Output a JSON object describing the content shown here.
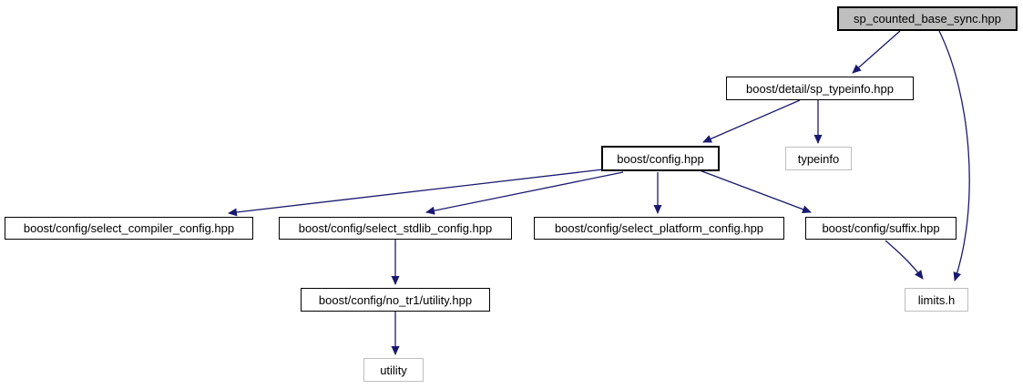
{
  "graph": {
    "type": "include-dependency-graph",
    "colors": {
      "edge": "#191970",
      "node_border": "#000000",
      "node_fill": "#ffffff",
      "current_node_fill": "#bfbfbf",
      "external_node_border": "#bebebe",
      "text": "#000000",
      "background": "#ffffff"
    },
    "nodes": {
      "sp_counted_base_sync": {
        "label": "sp_counted_base_sync.hpp",
        "kind": "current"
      },
      "sp_typeinfo": {
        "label": "boost/detail/sp_typeinfo.hpp",
        "kind": "internal"
      },
      "config": {
        "label": "boost/config.hpp",
        "kind": "internal"
      },
      "typeinfo": {
        "label": "typeinfo",
        "kind": "external"
      },
      "select_compiler": {
        "label": "boost/config/select_compiler_config.hpp",
        "kind": "internal"
      },
      "select_stdlib": {
        "label": "boost/config/select_stdlib_config.hpp",
        "kind": "internal"
      },
      "select_platform": {
        "label": "boost/config/select_platform_config.hpp",
        "kind": "internal"
      },
      "suffix": {
        "label": "boost/config/suffix.hpp",
        "kind": "internal"
      },
      "no_tr1_utility": {
        "label": "boost/config/no_tr1/utility.hpp",
        "kind": "internal"
      },
      "limits": {
        "label": "limits.h",
        "kind": "external"
      },
      "utility": {
        "label": "utility",
        "kind": "external"
      }
    },
    "edges": [
      {
        "from": "sp_counted_base_sync",
        "to": "sp_typeinfo"
      },
      {
        "from": "sp_counted_base_sync",
        "to": "limits"
      },
      {
        "from": "sp_typeinfo",
        "to": "config"
      },
      {
        "from": "sp_typeinfo",
        "to": "typeinfo"
      },
      {
        "from": "config",
        "to": "select_compiler"
      },
      {
        "from": "config",
        "to": "select_stdlib"
      },
      {
        "from": "config",
        "to": "select_platform"
      },
      {
        "from": "config",
        "to": "suffix"
      },
      {
        "from": "select_stdlib",
        "to": "no_tr1_utility"
      },
      {
        "from": "suffix",
        "to": "limits"
      },
      {
        "from": "no_tr1_utility",
        "to": "utility"
      }
    ]
  }
}
